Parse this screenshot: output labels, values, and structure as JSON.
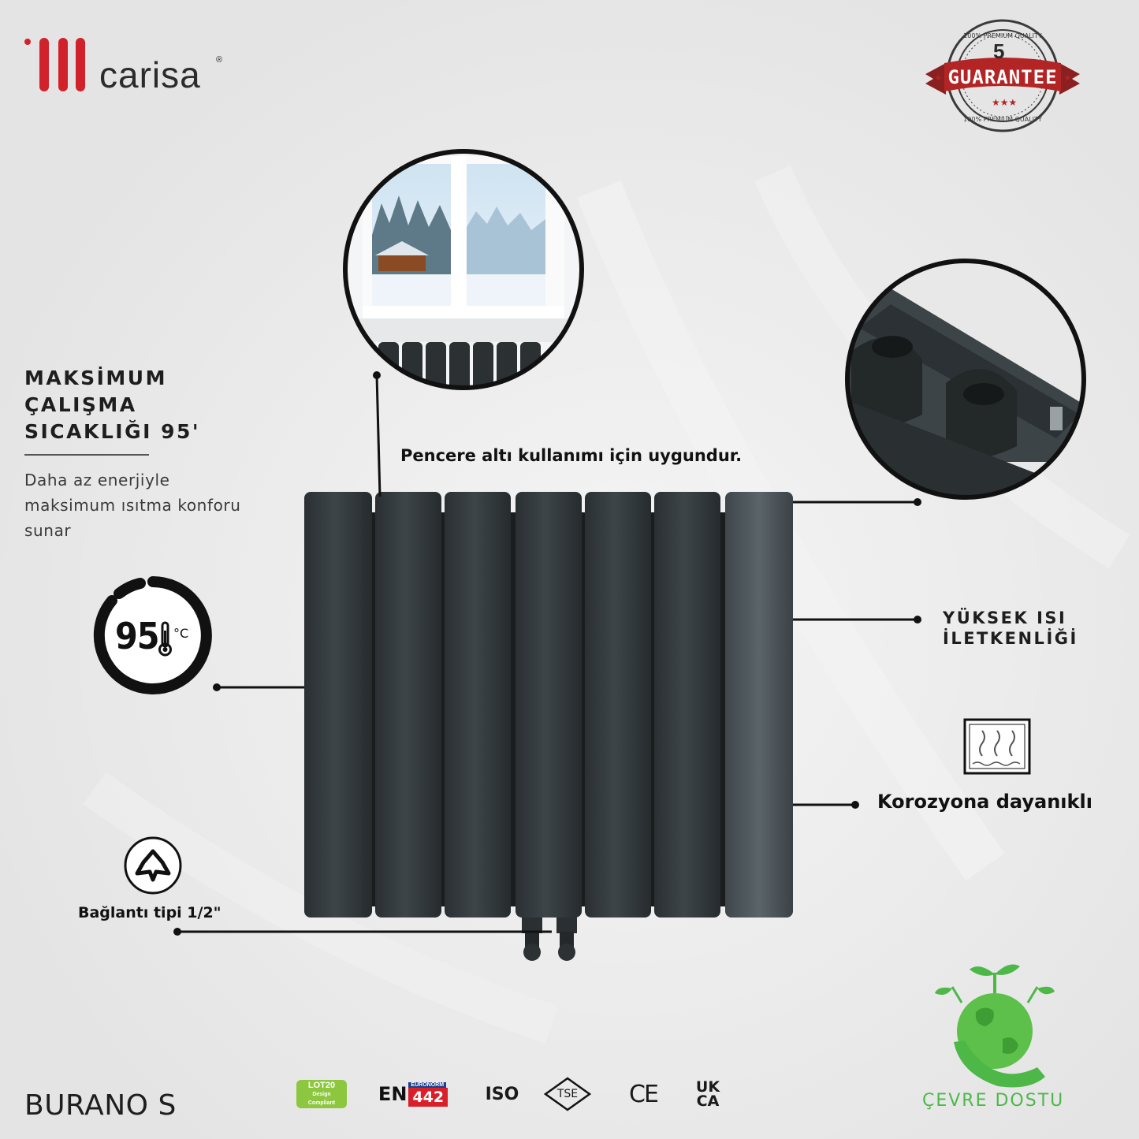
{
  "brand": {
    "name": "carisa",
    "reg_mark": "®"
  },
  "badge": {
    "years": "5",
    "word": "GUARANTEE",
    "ring_text": "100% PREMIUM QUALITY"
  },
  "heading": {
    "lines": [
      "MAKSİMUM",
      "ÇALIŞMA",
      "SICAKLIĞI 95'"
    ]
  },
  "subtext": {
    "lines": [
      "Daha az enerjiyle",
      "maksimum ısıtma konforu",
      "sunar"
    ]
  },
  "gauge": {
    "value": "95",
    "unit": "°C"
  },
  "window": {
    "caption": "Pencere altı kullanımı için uygundur."
  },
  "features": {
    "conductivity": [
      "YÜKSEK ISI",
      "İLETKENLİĞİ"
    ],
    "corrosion": "Korozyona dayanıklı",
    "connection": "Bağlantı tipi 1/2\""
  },
  "product": {
    "name": "BURANO S"
  },
  "certs": {
    "lot": [
      "LOT20",
      "Design",
      "Compliant"
    ],
    "en": "EN",
    "en_num": "442",
    "en_top": "EURONORM",
    "iso": "ISO",
    "tse": "TSE",
    "ce": "CE",
    "ukca": [
      "UK",
      "CA"
    ]
  },
  "eco": {
    "label": "ÇEVRE DOSTU"
  },
  "colors": {
    "brand_red": "#d1222b",
    "radiator": "#2f3538",
    "eco_green": "#4db848"
  }
}
